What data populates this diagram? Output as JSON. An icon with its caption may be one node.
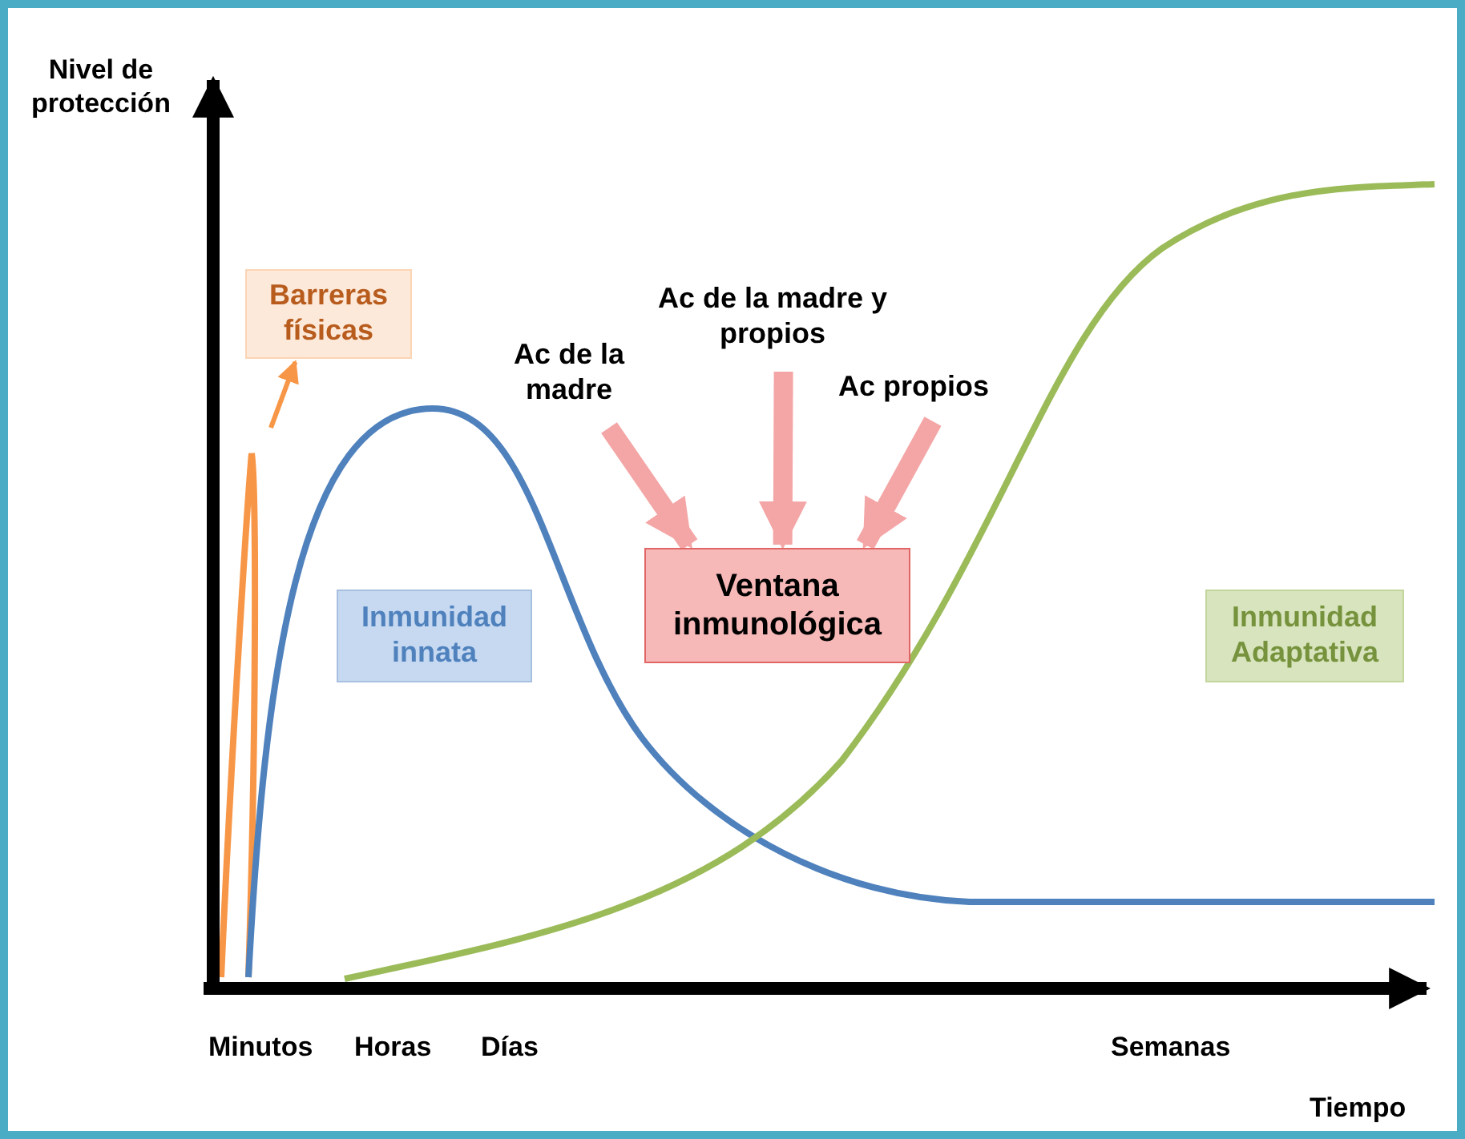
{
  "diagram": {
    "nodes": [
      {
        "text": [
          "Barreras físicas"
        ]
      },
      {
        "text": [
          "Ac de la madre y propios"
        ]
      },
      {
        "text": [
          "Ac de la madre"
        ]
      },
      {
        "text": [
          "Ac propios"
        ]
      },
      {
        "text": [
          "Ventana inmunológica"
        ]
      },
      {
        "text": [
          "Inmunidad innata"
        ]
      },
      {
        "text": [
          "Inmunidad Adaptativa"
        ]
      }
    ],
    "edges": [
      {
        "from": null,
        "to": 0,
        "arrow": "to",
        "color": "#f79646"
      },
      {
        "from": 2,
        "to": 4,
        "arrow": "to"
      },
      {
        "from": 1,
        "to": 4,
        "arrow": "to"
      },
      {
        "from": 3,
        "to": 4,
        "arrow": "to"
      }
    ],
    "labels": [
      "Nivel de protección",
      "Minutos",
      "Horas",
      "Días",
      "Semanas",
      "Tiempo"
    ]
  }
}
